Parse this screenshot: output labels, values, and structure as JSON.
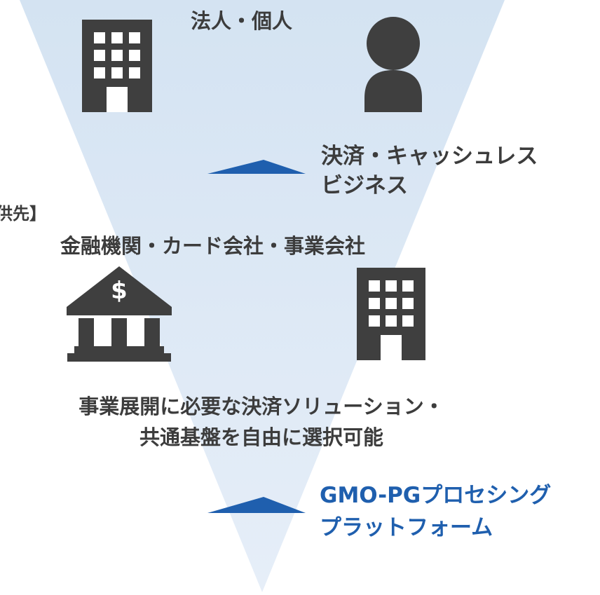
{
  "layers": {
    "customers": {
      "label": "法人・個人",
      "icons": [
        "building-icon",
        "person-icon"
      ]
    },
    "payment_business": {
      "label_lines": [
        "決済・キャッシュレス",
        "ビジネス"
      ]
    },
    "partners": {
      "section_label_fragment": "供先】",
      "label": "金融機関・カード会社・事業会社",
      "icons": [
        "bank-icon",
        "building-icon"
      ]
    },
    "solutions": {
      "label_lines": [
        "事業展開に必要な決済ソリューション・",
        "共通基盤を自由に選択可能"
      ]
    },
    "platform": {
      "label_lines": [
        "GMO-PGプロセシング",
        "プラットフォーム"
      ]
    }
  },
  "colors": {
    "funnel": "#dce8f5",
    "icon": "#3f3f3f",
    "arrow": "#1f5fae",
    "text": "#3c3c3c",
    "accent_text": "#1f5fae"
  }
}
